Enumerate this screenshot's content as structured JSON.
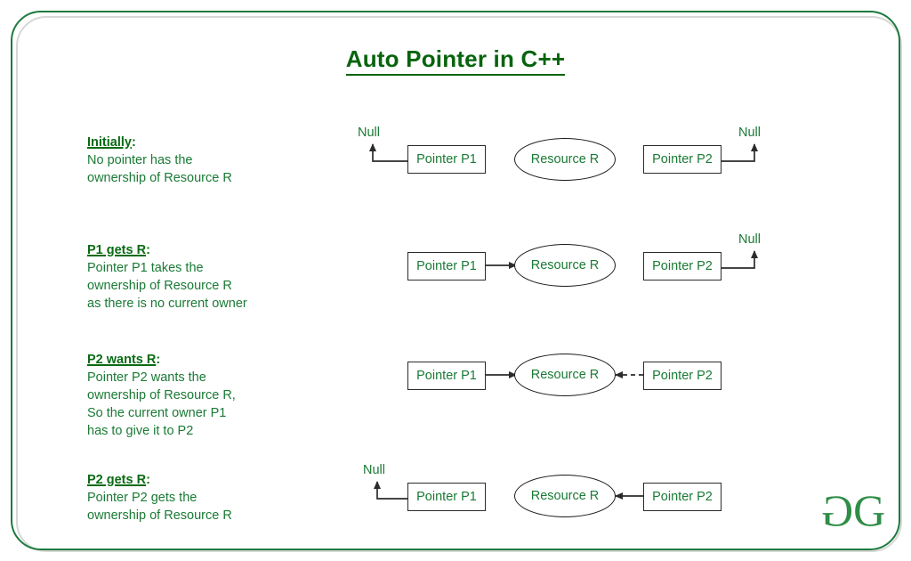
{
  "page": {
    "title": "Auto Pointer in C++",
    "brand_logo": "geeksforgeeks-logo",
    "accent_color": "#07640d",
    "text_color": "#1a7a35",
    "border_color": "#1d7a3e",
    "stroke_color": "#2b2b2b"
  },
  "steps": [
    {
      "heading": "Initially",
      "heading_suffix": ":",
      "lines": [
        "No pointer has the",
        "ownership of Resource R"
      ]
    },
    {
      "heading": "P1 gets R",
      "heading_suffix": ":",
      "lines": [
        "Pointer P1 takes the",
        "ownership of Resource R",
        "as there is no current owner"
      ]
    },
    {
      "heading": "P2 wants R",
      "heading_suffix": ":",
      "lines": [
        "Pointer P2 wants the",
        "ownership of Resource R,",
        "So the current owner P1",
        "has to give it to P2"
      ]
    },
    {
      "heading": "P2 gets R",
      "heading_suffix": ":",
      "lines": [
        "Pointer P2 gets the",
        "ownership of Resource R"
      ]
    }
  ],
  "diagram": {
    "rows": [
      {
        "id": "row-initially",
        "p1_label": "Pointer P1",
        "resource_label": "Resource R",
        "p2_label": "Pointer P2",
        "left_null_label": "Null",
        "right_null_label": "Null",
        "p1_target": "null",
        "p2_target": "null",
        "p1_edge_style": "solid",
        "p2_edge_style": "solid"
      },
      {
        "id": "row-p1-gets-r",
        "p1_label": "Pointer P1",
        "resource_label": "Resource R",
        "p2_label": "Pointer P2",
        "left_null_label": "",
        "right_null_label": "Null",
        "p1_target": "resource",
        "p2_target": "null",
        "p1_edge_style": "solid",
        "p2_edge_style": "solid"
      },
      {
        "id": "row-p2-wants-r",
        "p1_label": "Pointer P1",
        "resource_label": "Resource R",
        "p2_label": "Pointer P2",
        "left_null_label": "",
        "right_null_label": "",
        "p1_target": "resource",
        "p2_target": "resource",
        "p1_edge_style": "solid",
        "p2_edge_style": "dashed"
      },
      {
        "id": "row-p2-gets-r",
        "p1_label": "Pointer P1",
        "resource_label": "Resource R",
        "p2_label": "Pointer P2",
        "left_null_label": "Null",
        "right_null_label": "",
        "p1_target": "null",
        "p2_target": "resource",
        "p1_edge_style": "solid",
        "p2_edge_style": "solid"
      }
    ]
  }
}
